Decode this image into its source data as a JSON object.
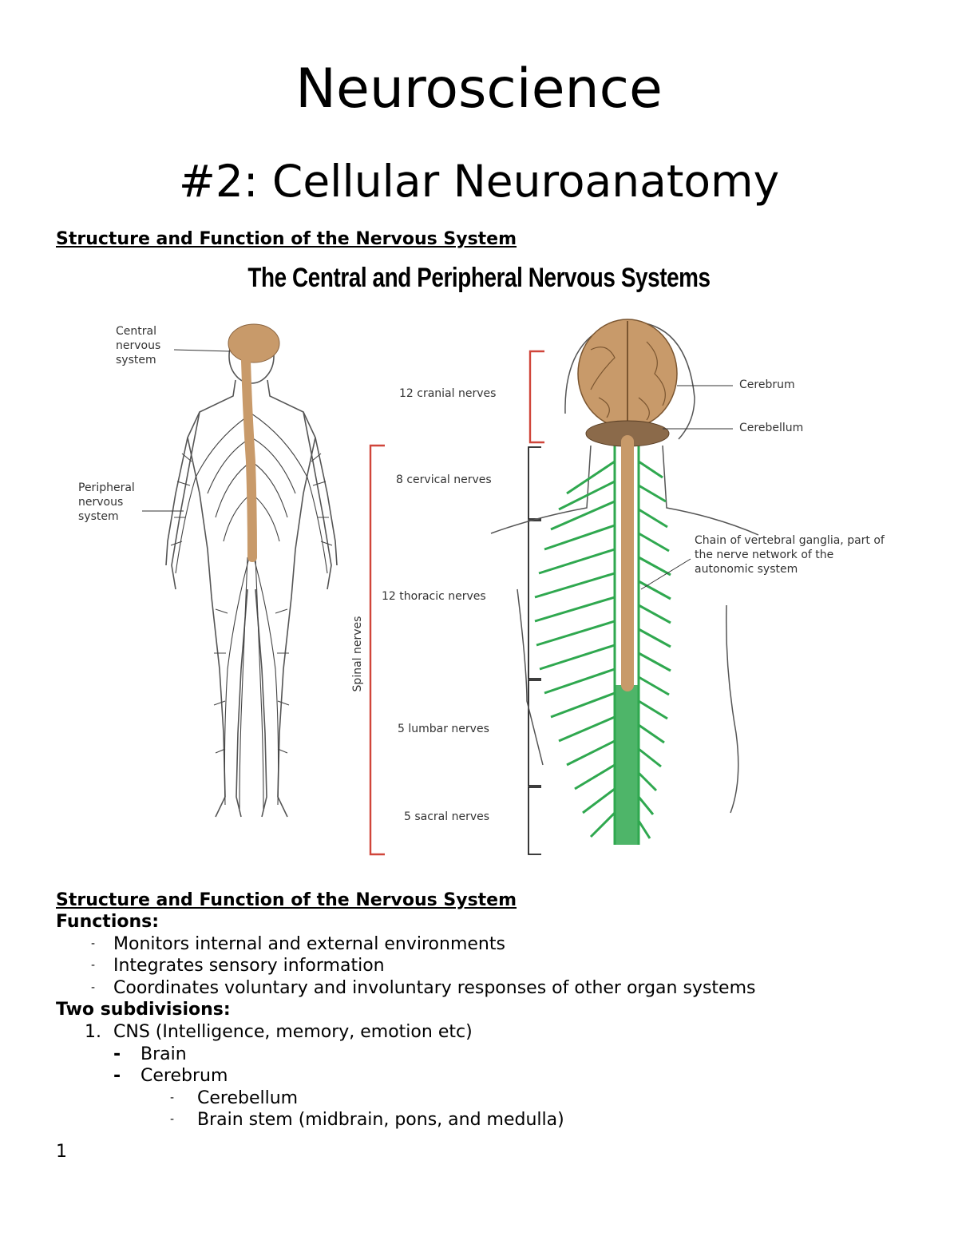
{
  "document": {
    "title": "Neuroscience",
    "subtitle": "#2: Cellular Neuroanatomy",
    "page_number": "1"
  },
  "section1": {
    "heading": "Structure and Function of the Nervous System"
  },
  "figure": {
    "title": "The Central and Peripheral Nervous Systems",
    "labels": {
      "cns": "Central nervous system",
      "pns": "Peripheral nervous system",
      "cranial": "12 cranial nerves",
      "cervical": "8 cervical nerves",
      "thoracic": "12 thoracic nerves",
      "lumbar": "5 lumbar nerves",
      "sacral": "5 sacral nerves",
      "spinal": "Spinal nerves",
      "cerebrum": "Cerebrum",
      "cerebellum": "Cerebellum",
      "ganglia": "Chain of vertebral ganglia, part of the nerve network of the autonomic system"
    },
    "colors": {
      "cns_tan": "#c89a6a",
      "nerve_green": "#2fa84f",
      "bracket_red": "#d0453a",
      "outline": "#333333"
    }
  },
  "section2": {
    "heading": "Structure and Function of the Nervous System",
    "functions_label": "Functions:",
    "functions": [
      "Monitors internal and external environments",
      "Integrates sensory information",
      "Coordinates voluntary and involuntary responses of other organ systems"
    ],
    "subdivisions_label": "Two subdivisions:",
    "subdivision_1": "CNS (Intelligence, memory, emotion etc)",
    "subdivision_1_number": "1.",
    "cns_items": [
      "Brain",
      "Cerebrum"
    ],
    "cerebrum_items": [
      "Cerebellum",
      "Brain stem (midbrain, pons, and medulla)"
    ],
    "dash": "-"
  }
}
